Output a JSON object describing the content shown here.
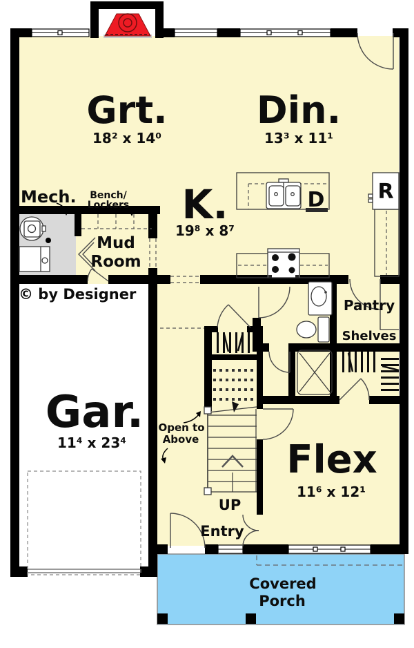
{
  "colors": {
    "floor": "#FBF6CD",
    "porch": "#8FD3F7",
    "mech": "#D9D9D9",
    "garage": "#FFFFFF",
    "fireplace": "#EE1B24",
    "wall": "#000000"
  },
  "rooms": {
    "great": {
      "label": "Grt.",
      "dims": "18² x 14⁰"
    },
    "dining": {
      "label": "Din.",
      "dims": "13³ x 11¹"
    },
    "kitchen": {
      "label": "K.",
      "dims": "19⁸ x 8⁷"
    },
    "garage": {
      "label": "Gar.",
      "dims": "11⁴ x 23⁴"
    },
    "flex": {
      "label": "Flex",
      "dims": "11⁶ x 12¹"
    },
    "mech": {
      "label": "Mech."
    },
    "mudroom": {
      "line1": "Mud",
      "line2": "Room"
    },
    "pantry": {
      "label": "Pantry"
    },
    "entry": {
      "label": "Entry"
    },
    "porch": {
      "line1": "Covered",
      "line2": "Porch"
    }
  },
  "annotations": {
    "bench_line1": "Bench/",
    "bench_line2": "Lockers",
    "shelves": "Shelves",
    "open_above_line1": "Open to",
    "open_above_line2": "Above",
    "up": "UP",
    "copyright": "© by Designer"
  },
  "appliances": {
    "dishwasher": "D",
    "refrigerator": "R"
  }
}
